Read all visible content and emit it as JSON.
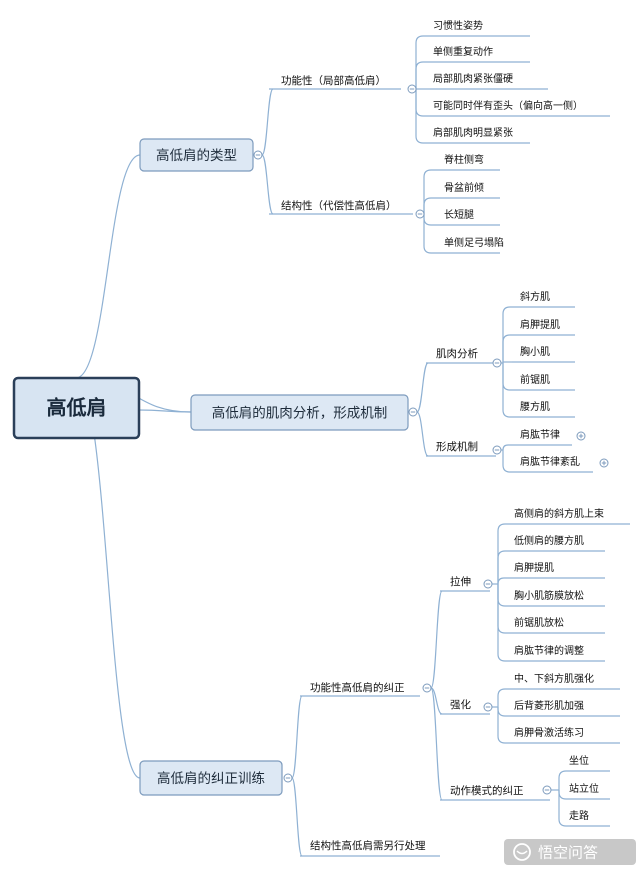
{
  "colors": {
    "line": "#8fb1d3",
    "box_fill": "#dde8f4",
    "box_stroke": "#7d9bbd",
    "root_fill": "#d7e4f2",
    "root_stroke": "#2a3f59",
    "toggle": "#7d9bbd",
    "watermark_bg": "#9a9a9a"
  },
  "root": {
    "label": "高低肩"
  },
  "branches": [
    {
      "label": "高低肩的类型",
      "children": [
        {
          "label": "功能性（局部高低肩）",
          "children": [
            "习惯性姿势",
            "单侧重复动作",
            "局部肌肉紧张僵硬",
            "可能同时伴有歪头（偏向高一侧）",
            "肩部肌肉明显紧张"
          ]
        },
        {
          "label": "结构性（代偿性高低肩）",
          "children": [
            "脊柱侧弯",
            "骨盆前倾",
            "长短腿",
            "单侧足弓塌陷"
          ]
        }
      ]
    },
    {
      "label": "高低肩的肌肉分析，形成机制",
      "children": [
        {
          "label": "肌肉分析",
          "children": [
            "斜方肌",
            "肩胛提肌",
            "胸小肌",
            "前锯肌",
            "腰方肌"
          ]
        },
        {
          "label": "形成机制",
          "children": [
            "肩肱节律",
            "肩肱节律紊乱"
          ]
        }
      ]
    },
    {
      "label": "高低肩的纠正训练",
      "children": [
        {
          "label": "功能性高低肩的纠正",
          "children": [
            {
              "label": "拉伸",
              "children": [
                "高侧肩的斜方肌上束",
                "低侧肩的腰方肌",
                "肩胛提肌",
                "胸小肌筋膜放松",
                "前锯肌放松",
                "肩肱节律的调整"
              ]
            },
            {
              "label": "强化",
              "children": [
                "中、下斜方肌强化",
                "后背菱形肌加强",
                "肩胛骨激活练习"
              ]
            },
            {
              "label": "动作模式的纠正",
              "children": [
                "坐位",
                "站立位",
                "走路"
              ]
            }
          ]
        },
        {
          "label": "结构性高低肩需另行处理",
          "children": []
        }
      ]
    }
  ],
  "watermark": {
    "label": "悟空问答",
    "icon": "chat-bubble-icon"
  }
}
